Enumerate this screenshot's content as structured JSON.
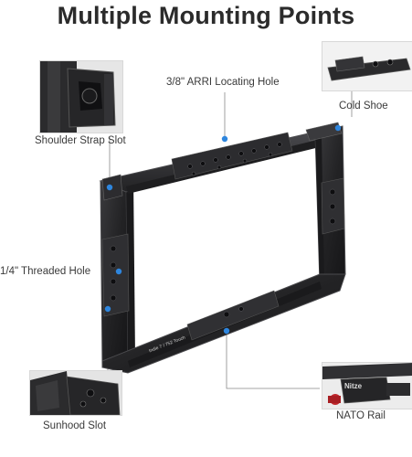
{
  "title": "Multiple Mounting Points",
  "callouts": {
    "arri": "3/8\" ARRI Locating Hole",
    "cold_shoe": "Cold Shoe",
    "shoulder_strap": "Shoulder Strap Slot",
    "threaded_hole": "1/4\" Threaded Hole",
    "sunhood": "Sunhood Slot",
    "nato": "NATO Rail"
  },
  "engravings": {
    "model_text": "Indie 7 / 752 Touch",
    "nato_brand": "Nitze"
  },
  "colors": {
    "accent": "#2e86de",
    "metal": "#2a2a2c",
    "metal_edge": "#4a4a4d",
    "text": "#3a3a3a",
    "nato_red": "#c0262b"
  }
}
